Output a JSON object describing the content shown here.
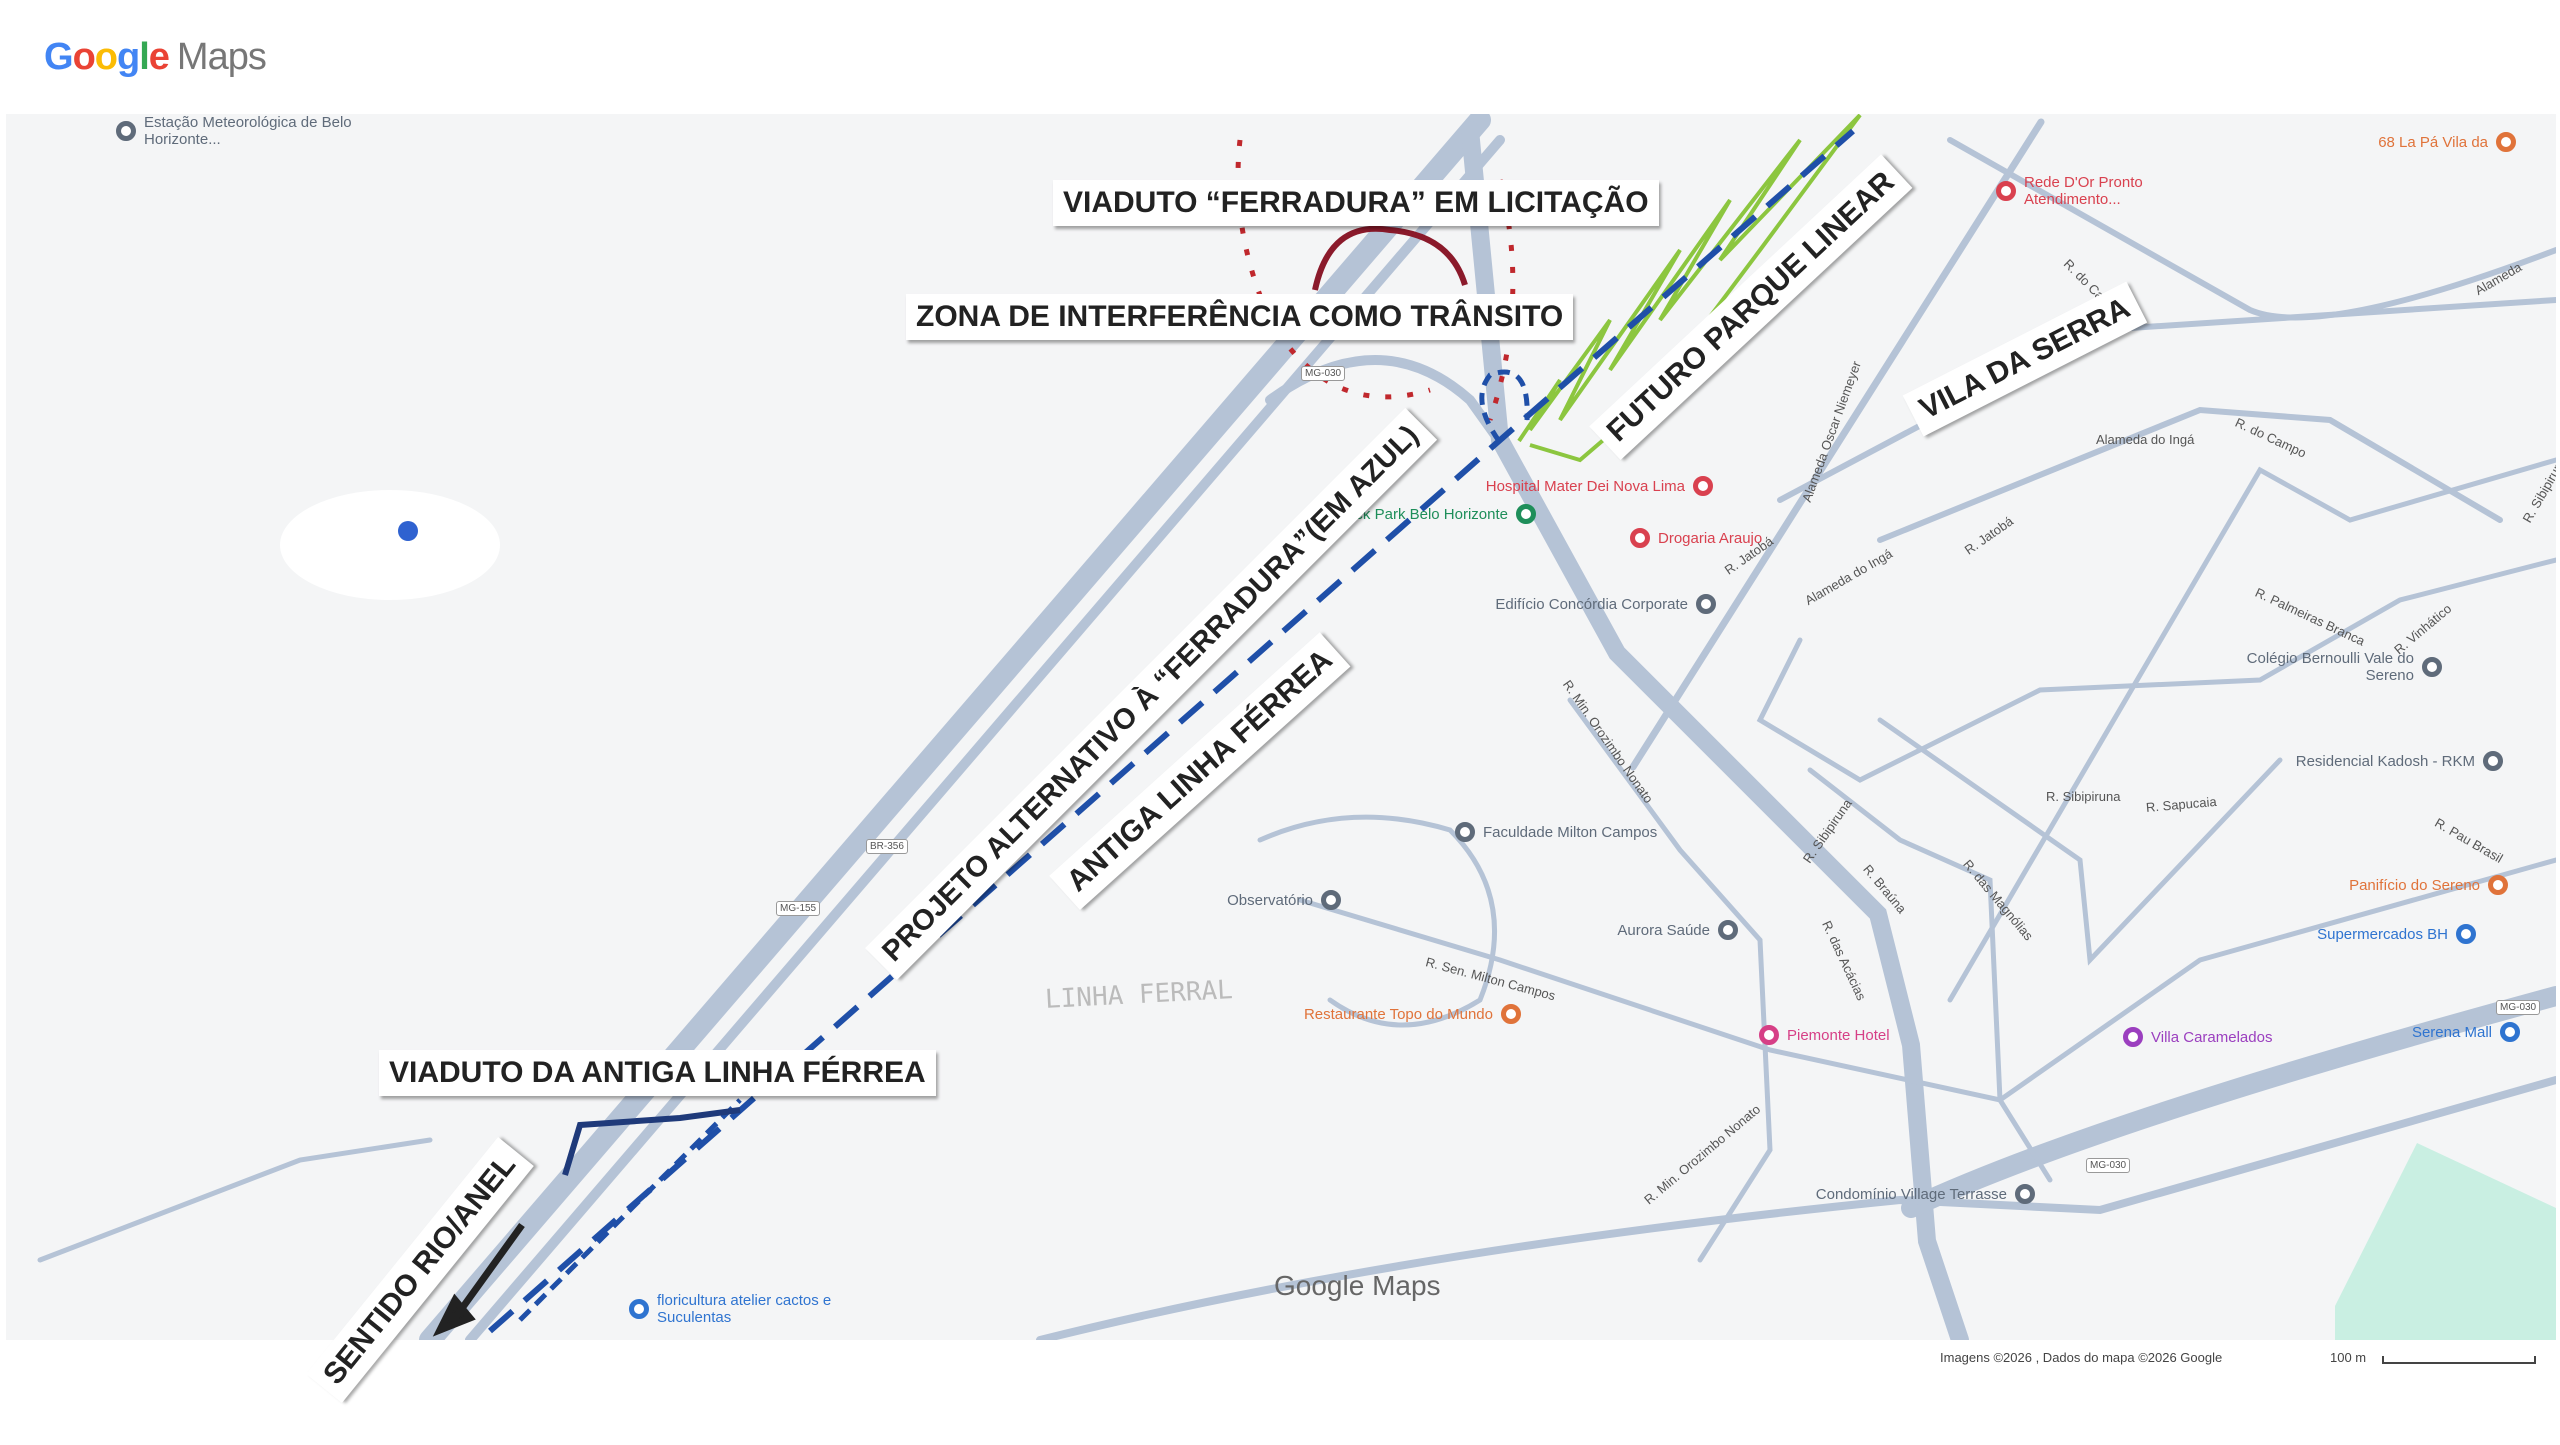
{
  "header": {
    "logo_google": [
      "G",
      "o",
      "o",
      "g",
      "l",
      "e"
    ],
    "logo_maps": "Maps"
  },
  "annotations": {
    "viaduto_ferradura": "VIADUTO “FERRADURA” EM LICITAÇÃO",
    "zona_interferencia": "ZONA DE INTERFERÊNCIA COMO TRÂNSITO",
    "projeto_alternativo": "PROJETO ALTERNATIVO À “FERRADURA”(EM AZUL)",
    "antiga_linha": "ANTIGA LINHA FÉRREA",
    "futuro_parque": "FUTURO PARQUE LINEAR",
    "vila_serra": "VILA DA SERRA",
    "viaduto_antiga": "VIADUTO DA ANTIGA LINHA FÉRREA",
    "sentido": "SENTIDO RIO/ANEL",
    "pencil_note": "LINHA FERRAL"
  },
  "annotation_colors": {
    "route_blue": "#1f4fa8",
    "interference_red": "#c0282d",
    "park_green": "#8cc63f",
    "arc_darkred": "#8b1a2b"
  },
  "pois": [
    {
      "name": "Estação Meteorológica de Belo Horizonte...",
      "color": "#5f6b7a"
    },
    {
      "name": "Layback Park Belo Horizonte",
      "color": "#1e8e5a"
    },
    {
      "name": "Hospital Mater Dei Nova Lima",
      "color": "#d9414f"
    },
    {
      "name": "Drogaria Araujo",
      "color": "#d9414f"
    },
    {
      "name": "Edifício Concórdia Corporate",
      "color": "#5f6b7a"
    },
    {
      "name": "Colégio Bernoulli Vale do Sereno",
      "color": "#5f6b7a"
    },
    {
      "name": "Residencial Kadosh - RKM",
      "color": "#5f6b7a"
    },
    {
      "name": "Panifício do Sereno",
      "color": "#e0733a"
    },
    {
      "name": "Supermercados BH",
      "color": "#2f74d0"
    },
    {
      "name": "Serena Mall",
      "color": "#2f74d0"
    },
    {
      "name": "Villa Caramelados",
      "color": "#9b3fbf"
    },
    {
      "name": "Piemonte Hotel",
      "color": "#d63f86"
    },
    {
      "name": "Aurora Saúde",
      "color": "#5f6b7a"
    },
    {
      "name": "Faculdade Milton Campos",
      "color": "#5f6b7a"
    },
    {
      "name": "Observatório",
      "color": "#5f6b7a"
    },
    {
      "name": "Restaurante Topo do Mundo",
      "color": "#e0733a"
    },
    {
      "name": "Condomínio Village Terrasse",
      "color": "#5f6b7a"
    },
    {
      "name": "floricultura atelier cactos e Suculentas",
      "color": "#2f74d0"
    },
    {
      "name": "Rede D'Or Pronto Atendimento...",
      "color": "#d9414f"
    },
    {
      "name": "68 La Pá Vila da",
      "color": "#e0733a"
    }
  ],
  "streets": [
    "R. do Campo",
    "R. do Campo",
    "Alameda do Ingá",
    "Alameda do Ingá",
    "R. Jatobá",
    "R. Jatobá",
    "R. Palmeiras Branca",
    "R. Vinhático",
    "R. Sibipiruna",
    "R. Sibipiruna",
    "R. Braúna",
    "R. das Magnólias",
    "R. Sapucaia",
    "R. das Acácias",
    "R. Pau Brasil",
    "R. Min. Orozimbo Nonato",
    "R. Min. Orozimbo Nonato",
    "R. Sen. Milton Campos",
    "Alameda Oscar Niemeyer",
    "Alameda",
    "R. Sibipiruna"
  ],
  "shields": [
    "MG-030",
    "MG-030",
    "MG-030",
    "BR-356",
    "MG-155"
  ],
  "footer": {
    "logo": "Google Maps",
    "attribution": "Imagens ©2026 , Dados do mapa ©2026 Google",
    "scale": "100 m"
  }
}
